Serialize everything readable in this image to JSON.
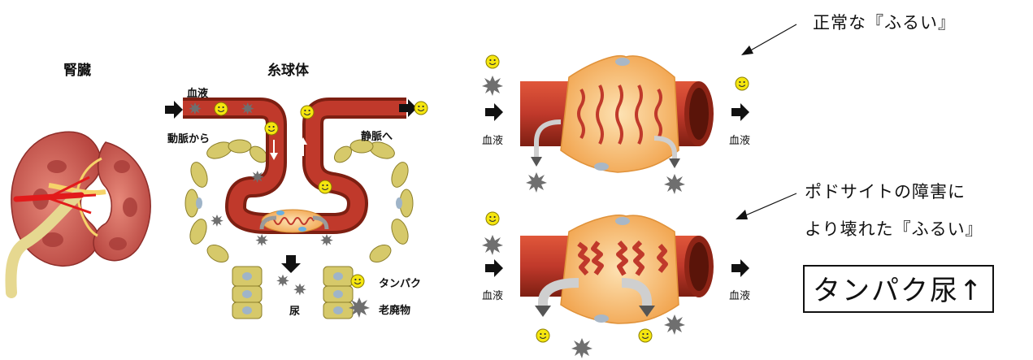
{
  "titles": {
    "kidney": "腎臓",
    "glomerulus": "糸球体"
  },
  "glomerulus_labels": {
    "blood": "血液",
    "from_artery": "動脈から",
    "to_vein": "静脈へ",
    "urine": "尿"
  },
  "legend": {
    "protein": "タンパク",
    "waste": "老廃物"
  },
  "filters": {
    "normal": {
      "blood_in": "血液",
      "blood_out": "血液",
      "caption": "正常な『ふるい』"
    },
    "damaged": {
      "blood_in": "血液",
      "blood_out": "血液",
      "caption_line1": "ポドサイトの障害に",
      "caption_line2": "より壊れた『ふるい』",
      "result": "タンパク尿↑"
    }
  },
  "colors": {
    "vessel": "#c0392b",
    "vessel_dark": "#8e2416",
    "cell": "#d6c96a",
    "cell_nucleus": "#9fb4c8",
    "podocyte": "#f4b15a",
    "kidney": "#c9524f",
    "protein_face": "#f5e60f",
    "waste": "#6f6f6f"
  },
  "icons": [
    "arrow-right-icon",
    "smiley-protein-icon",
    "starburst-waste-icon",
    "arrow-down-icon"
  ]
}
